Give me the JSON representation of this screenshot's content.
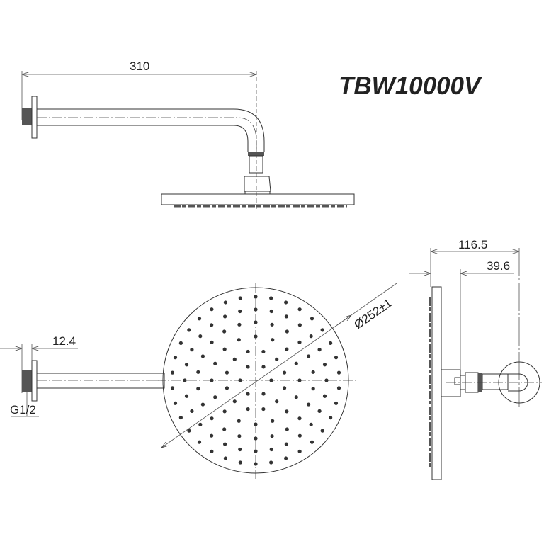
{
  "title": "TBW10000V",
  "dimensions": {
    "arm_length": "310",
    "flange_thickness": "12.4",
    "thread": "G1/2",
    "head_diameter": "Ø252±1",
    "total_depth": "116.5",
    "head_depth": "39.6"
  },
  "colors": {
    "line": "#333333",
    "background": "#ffffff"
  }
}
